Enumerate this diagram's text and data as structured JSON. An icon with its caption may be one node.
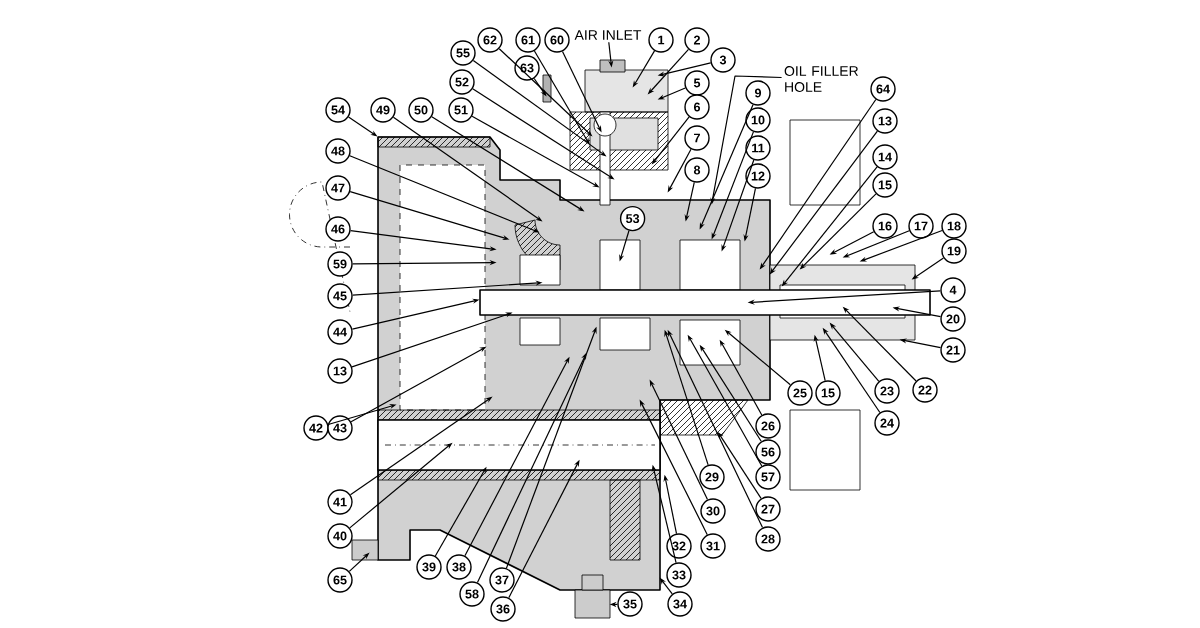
{
  "diagram": {
    "nodes": [
      {
        "text": [],
        "shape": "picture"
      },
      {
        "text": [
          "AIR INLET"
        ]
      },
      {
        "text": [
          "62"
        ]
      },
      {
        "text": [
          "61"
        ]
      },
      {
        "text": [
          "60"
        ]
      },
      {
        "text": [
          "1"
        ]
      },
      {
        "text": [
          "2"
        ]
      },
      {
        "text": [
          "55"
        ]
      },
      {
        "text": [
          "3"
        ]
      },
      {
        "text": [
          "63"
        ]
      },
      {
        "text": [
          "OIL FILLER HOLE"
        ]
      },
      {
        "text": [
          "52"
        ]
      },
      {
        "text": [
          "5"
        ]
      },
      {
        "text": [
          "64"
        ]
      },
      {
        "text": [
          "9"
        ]
      },
      {
        "text": [
          "6"
        ]
      },
      {
        "text": [
          "54"
        ]
      },
      {
        "text": [
          "49"
        ]
      },
      {
        "text": [
          "50"
        ]
      },
      {
        "text": [
          "51"
        ]
      },
      {
        "text": [
          "10"
        ]
      },
      {
        "text": [
          "13"
        ]
      },
      {
        "text": [
          "7"
        ]
      },
      {
        "text": [
          "11"
        ]
      },
      {
        "text": [
          "48"
        ]
      },
      {
        "text": [
          "14"
        ]
      },
      {
        "text": [
          "8"
        ]
      },
      {
        "text": [
          "12"
        ]
      },
      {
        "text": [
          "15"
        ]
      },
      {
        "text": [
          "47"
        ]
      },
      {
        "text": [
          "53"
        ],
        "in": 0
      },
      {
        "text": [
          "16"
        ]
      },
      {
        "text": [
          "17"
        ]
      },
      {
        "text": [
          "18"
        ]
      },
      {
        "text": [
          "46"
        ]
      },
      {
        "text": [
          "19"
        ]
      },
      {
        "text": [
          "59"
        ]
      },
      {
        "text": [
          "4"
        ]
      },
      {
        "text": [
          "45"
        ]
      },
      {
        "text": [
          "20"
        ]
      },
      {
        "text": [
          "44"
        ]
      },
      {
        "text": [
          "21"
        ]
      },
      {
        "text": [
          "13"
        ]
      },
      {
        "text": [
          "22"
        ]
      },
      {
        "text": [
          "23"
        ]
      },
      {
        "text": [
          "25"
        ]
      },
      {
        "text": [
          "15"
        ]
      },
      {
        "text": [
          "24"
        ]
      },
      {
        "text": [
          "26"
        ]
      },
      {
        "text": [
          "42"
        ]
      },
      {
        "text": [
          "43"
        ]
      },
      {
        "text": [
          "56"
        ]
      },
      {
        "text": [
          "29"
        ]
      },
      {
        "text": [
          "57"
        ]
      },
      {
        "text": [
          "41"
        ]
      },
      {
        "text": [
          "27"
        ]
      },
      {
        "text": [
          "30"
        ]
      },
      {
        "text": [
          "40"
        ]
      },
      {
        "text": [
          "28"
        ]
      },
      {
        "text": [
          "31"
        ]
      },
      {
        "text": [
          "32"
        ]
      },
      {
        "text": [
          "39"
        ]
      },
      {
        "text": [
          "38"
        ]
      },
      {
        "text": [
          "33"
        ]
      },
      {
        "text": [
          "65"
        ]
      },
      {
        "text": [
          "37"
        ]
      },
      {
        "text": [
          "58"
        ]
      },
      {
        "text": [
          "34"
        ]
      },
      {
        "text": [
          "35"
        ]
      },
      {
        "text": [
          "36"
        ]
      }
    ],
    "edges": [
      {
        "from": 1,
        "to": 0,
        "arrow": "to"
      },
      {
        "from": 2,
        "to": 0,
        "arrow": "to"
      },
      {
        "from": 3,
        "to": 0,
        "arrow": "to"
      },
      {
        "from": 4,
        "to": 0,
        "arrow": "to"
      },
      {
        "from": 5,
        "to": 0,
        "arrow": "to"
      },
      {
        "from": 6,
        "to": 0,
        "arrow": "to"
      },
      {
        "from": 7,
        "to": 0,
        "arrow": "to"
      },
      {
        "from": 8,
        "to": 0,
        "arrow": "to"
      },
      {
        "from": 9,
        "to": 0,
        "arrow": "to"
      },
      {
        "from": 10,
        "to": 0,
        "arrow": "to"
      },
      {
        "from": 11,
        "to": 0,
        "arrow": "to"
      },
      {
        "from": 12,
        "to": 0,
        "arrow": "to"
      },
      {
        "from": 13,
        "to": 0,
        "arrow": "to"
      },
      {
        "from": 14,
        "to": 0,
        "arrow": "to"
      },
      {
        "from": 15,
        "to": 0,
        "arrow": "to"
      },
      {
        "from": 16,
        "to": 0,
        "arrow": "to"
      },
      {
        "from": 17,
        "to": 0,
        "arrow": "to"
      },
      {
        "from": 18,
        "to": 0,
        "arrow": "to"
      },
      {
        "from": 19,
        "to": 0,
        "arrow": "to"
      },
      {
        "from": 20,
        "to": 0,
        "arrow": "to"
      },
      {
        "from": 21,
        "to": 0,
        "arrow": "to"
      },
      {
        "from": 22,
        "to": 0,
        "arrow": "to"
      },
      {
        "from": 23,
        "to": 0,
        "arrow": "to"
      },
      {
        "from": 24,
        "to": 0,
        "arrow": "to"
      },
      {
        "from": 25,
        "to": 0,
        "arrow": "to"
      },
      {
        "from": 26,
        "to": 0,
        "arrow": "to"
      },
      {
        "from": 27,
        "to": 0,
        "arrow": "to"
      },
      {
        "from": 28,
        "to": 0,
        "arrow": "to"
      },
      {
        "from": 29,
        "to": 0,
        "arrow": "to"
      },
      {
        "from": 30,
        "to": 0,
        "arrow": "to"
      },
      {
        "from": 31,
        "to": 0,
        "arrow": "to"
      },
      {
        "from": 32,
        "to": 0,
        "arrow": "to"
      },
      {
        "from": 33,
        "to": 0,
        "arrow": "to"
      },
      {
        "from": 34,
        "to": 0,
        "arrow": "to"
      },
      {
        "from": 35,
        "to": 0,
        "arrow": "to"
      },
      {
        "from": 36,
        "to": 0,
        "arrow": "to"
      },
      {
        "from": 37,
        "to": 0,
        "arrow": "to"
      },
      {
        "from": 38,
        "to": 0,
        "arrow": "to"
      },
      {
        "from": 39,
        "to": 0,
        "arrow": "to"
      },
      {
        "from": 40,
        "to": 0,
        "arrow": "to"
      },
      {
        "from": 41,
        "to": 0,
        "arrow": "to"
      },
      {
        "from": 42,
        "to": 0,
        "arrow": "to"
      },
      {
        "from": 43,
        "to": 0,
        "arrow": "to"
      },
      {
        "from": 44,
        "to": 0,
        "arrow": "to"
      },
      {
        "from": 45,
        "to": 0,
        "arrow": "to"
      },
      {
        "from": 46,
        "to": 0,
        "arrow": "to"
      },
      {
        "from": 47,
        "to": 0,
        "arrow": "to"
      },
      {
        "from": 48,
        "to": 0,
        "arrow": "to"
      },
      {
        "from": 49,
        "to": 0,
        "arrow": "to"
      },
      {
        "from": 50,
        "to": 0,
        "arrow": "to"
      },
      {
        "from": 51,
        "to": 0,
        "arrow": "to"
      },
      {
        "from": 52,
        "to": 0,
        "arrow": "to"
      },
      {
        "from": 53,
        "to": 0,
        "arrow": "to"
      },
      {
        "from": 54,
        "to": 0,
        "arrow": "to"
      },
      {
        "from": 55,
        "to": 0,
        "arrow": "to"
      },
      {
        "from": 56,
        "to": 0,
        "arrow": "to"
      },
      {
        "from": 57,
        "to": 0,
        "arrow": "to"
      },
      {
        "from": 58,
        "to": 0,
        "arrow": "to"
      },
      {
        "from": 59,
        "to": 0,
        "arrow": "to"
      },
      {
        "from": 60,
        "to": 0,
        "arrow": "to"
      },
      {
        "from": 61,
        "to": 0,
        "arrow": "to"
      },
      {
        "from": 62,
        "to": 0,
        "arrow": "to"
      },
      {
        "from": 63,
        "to": 0,
        "arrow": "to"
      },
      {
        "from": 64,
        "to": 0,
        "arrow": "to"
      },
      {
        "from": 65,
        "to": 0,
        "arrow": "to"
      },
      {
        "from": 66,
        "to": 0,
        "arrow": "to"
      },
      {
        "from": 67,
        "to": 0,
        "arrow": "to"
      },
      {
        "from": 68,
        "to": 0,
        "arrow": "to"
      },
      {
        "from": 69,
        "to": 0,
        "arrow": "to"
      }
    ]
  }
}
